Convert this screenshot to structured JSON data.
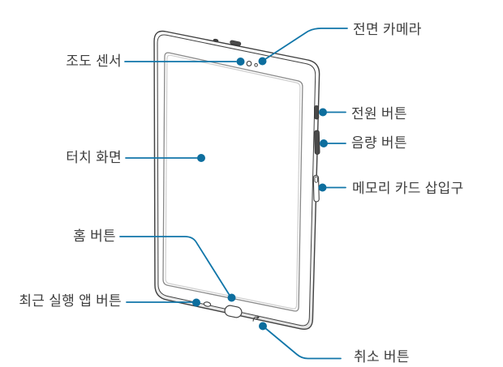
{
  "diagram": {
    "type": "device-parts-diagram",
    "device": "tablet-front-right-view",
    "labels": {
      "front_camera": "전면 카메라",
      "illuminance_sensor": "조도 센서",
      "touch_screen": "터치 화면",
      "power_button": "전원 버튼",
      "volume_button": "음량 버튼",
      "memory_card_slot": "메모리 카드 삽입구",
      "home_button": "홈 버튼",
      "recent_apps_button": "최근 실행 앱 버튼",
      "cancel_button": "취소 버튼"
    },
    "colors": {
      "callout": "#1176a9",
      "outline": "#414141",
      "text": "#3d3d3d"
    }
  }
}
